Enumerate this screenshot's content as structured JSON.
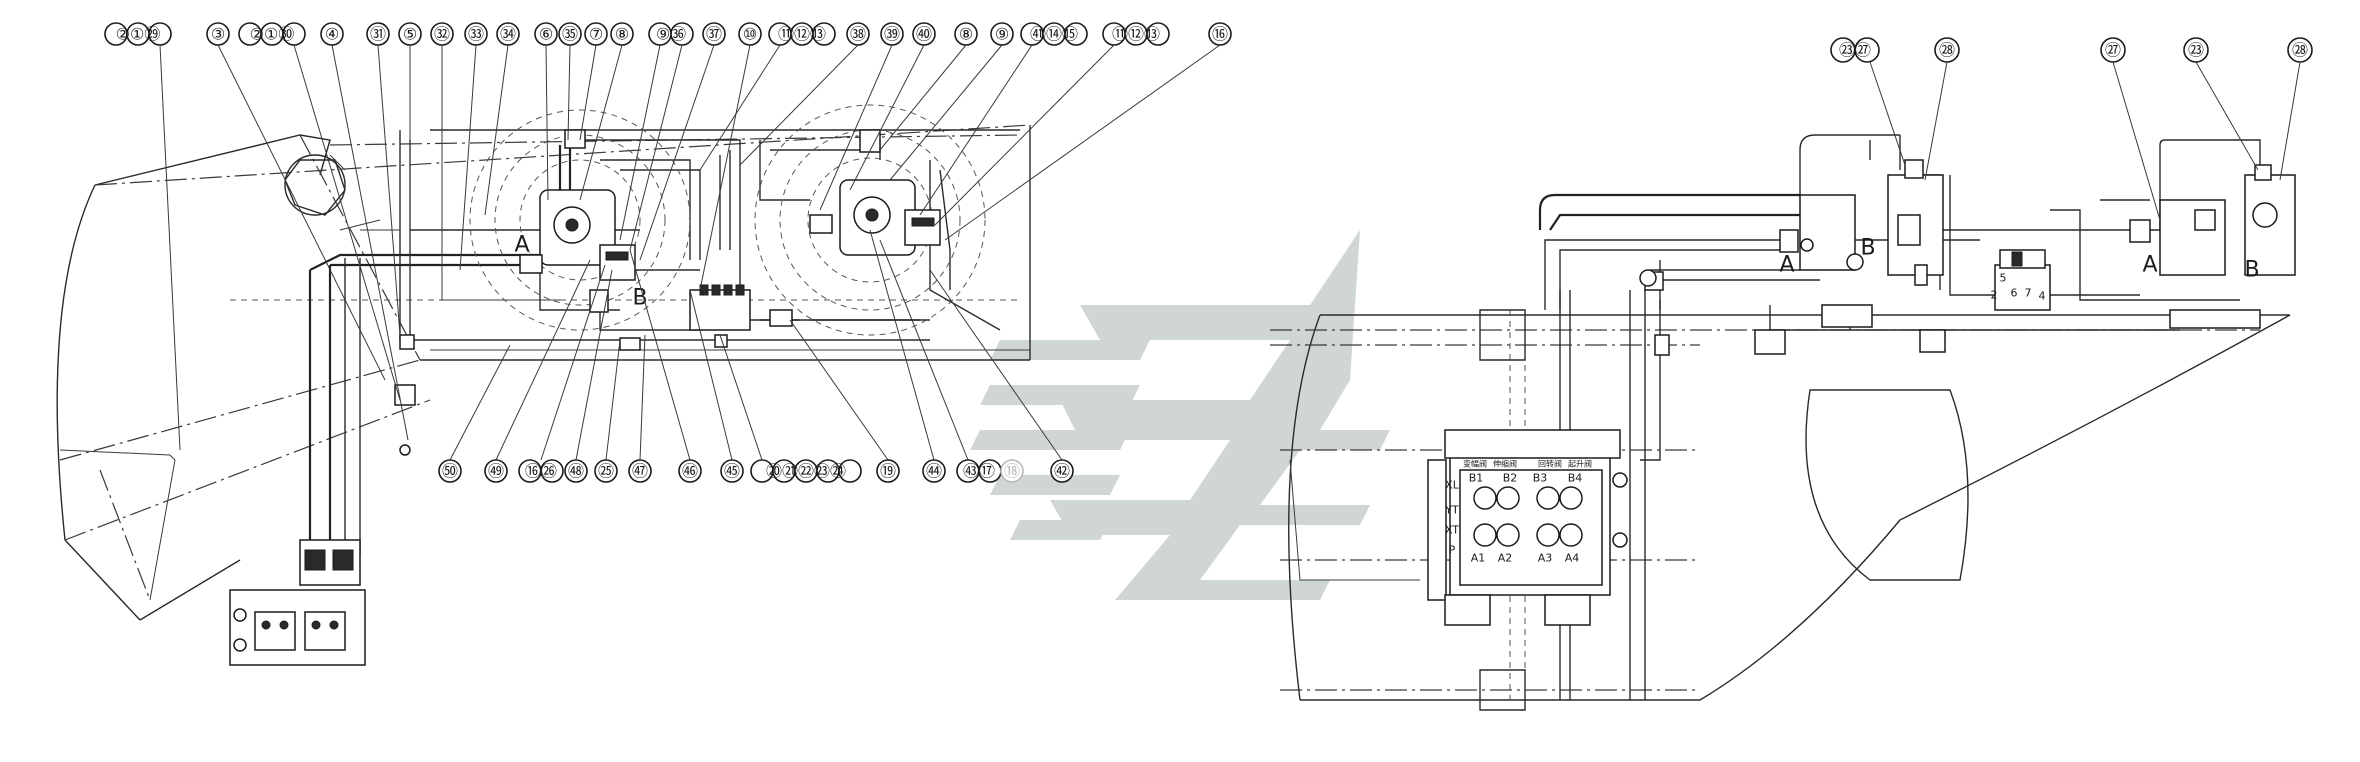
{
  "callouts_left_top": [
    "②①㉙",
    "③",
    "②①㉚",
    "④",
    "㉛",
    "⑤",
    "㉜",
    "㉝",
    "㉞",
    "⑥",
    "㉟",
    "⑦",
    "⑧",
    "⑨㊱",
    "㊲",
    "⑩",
    "⑪⑫⑬",
    "㊳",
    "㊴",
    "㊵",
    "⑧",
    "⑨",
    "㊶⑭⑮",
    "⑪⑫⑬",
    "⑯"
  ],
  "callouts_left_bottom": [
    "㊿",
    "㊾",
    "⑯㉖",
    "㊽",
    "㉕",
    "㊼",
    "㊻",
    "㊺",
    "⑳㉑㉒㉓㉔",
    "⑲",
    "㊹",
    "㊸⑰",
    "⑱",
    "㊷"
  ],
  "callouts_right_top": [
    "㉓㉗",
    "㉘",
    "㉗",
    "㉓",
    "㉘"
  ],
  "port_labels": {
    "pump_left_a": "A",
    "pump_left_b": "B",
    "valve_right1_a": "A",
    "valve_right1_b": "B",
    "valve_right2_a": "A",
    "valve_right2_b": "B"
  },
  "manifold": {
    "row_top": [
      "B1",
      "B2",
      "B3",
      "B4"
    ],
    "row_bottom": [
      "A1",
      "A2",
      "A3",
      "A4"
    ],
    "side_ports": [
      "XL",
      "YT",
      "XT",
      "P"
    ],
    "section_labels": [
      "变幅阀",
      "伸缩阀",
      "回转阀",
      "起升阀"
    ]
  },
  "small_valve_numbers": [
    "5",
    "6",
    "7",
    "2",
    "4"
  ],
  "watermark_color": "#c8cfcf"
}
